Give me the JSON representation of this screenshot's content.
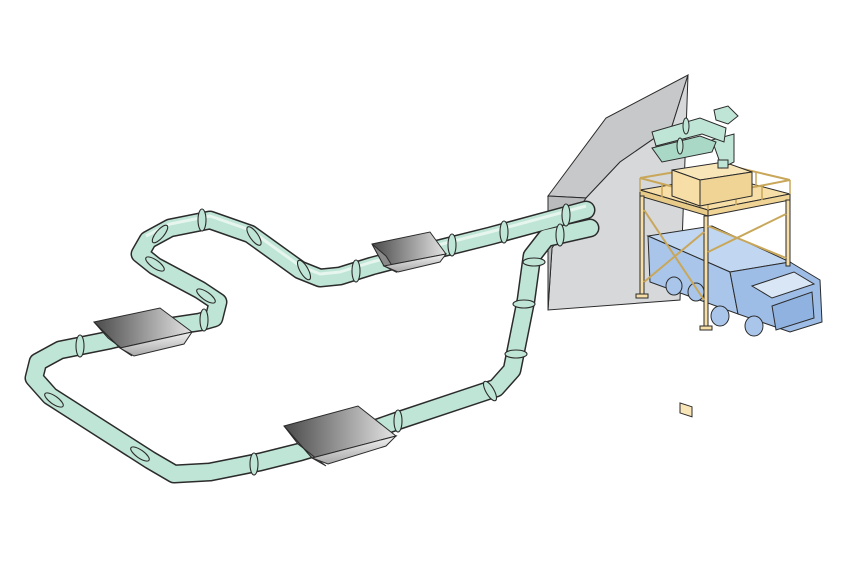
{
  "title": "",
  "components": [
    {
      "id": "pipeline",
      "icon": "pneumatic-pipe-loop"
    },
    {
      "id": "hopper",
      "icon": "feed-hopper"
    },
    {
      "id": "silo",
      "icon": "storage-silo"
    },
    {
      "id": "platform",
      "icon": "loading-platform"
    },
    {
      "id": "separator",
      "icon": "cyclone-receiver"
    },
    {
      "id": "truck",
      "icon": "bulk-tank-truck"
    }
  ],
  "colors": {
    "pipe": "#bfe5d6",
    "pipe_dark": "#8fbfae",
    "hopper_dark": "#5a5a5a",
    "hopper_light": "#d8d8d8",
    "wall": "#d2d4d6",
    "platform": "#f6dea6",
    "truck": "#a9c6ea",
    "outline": "#2b2b2b"
  }
}
